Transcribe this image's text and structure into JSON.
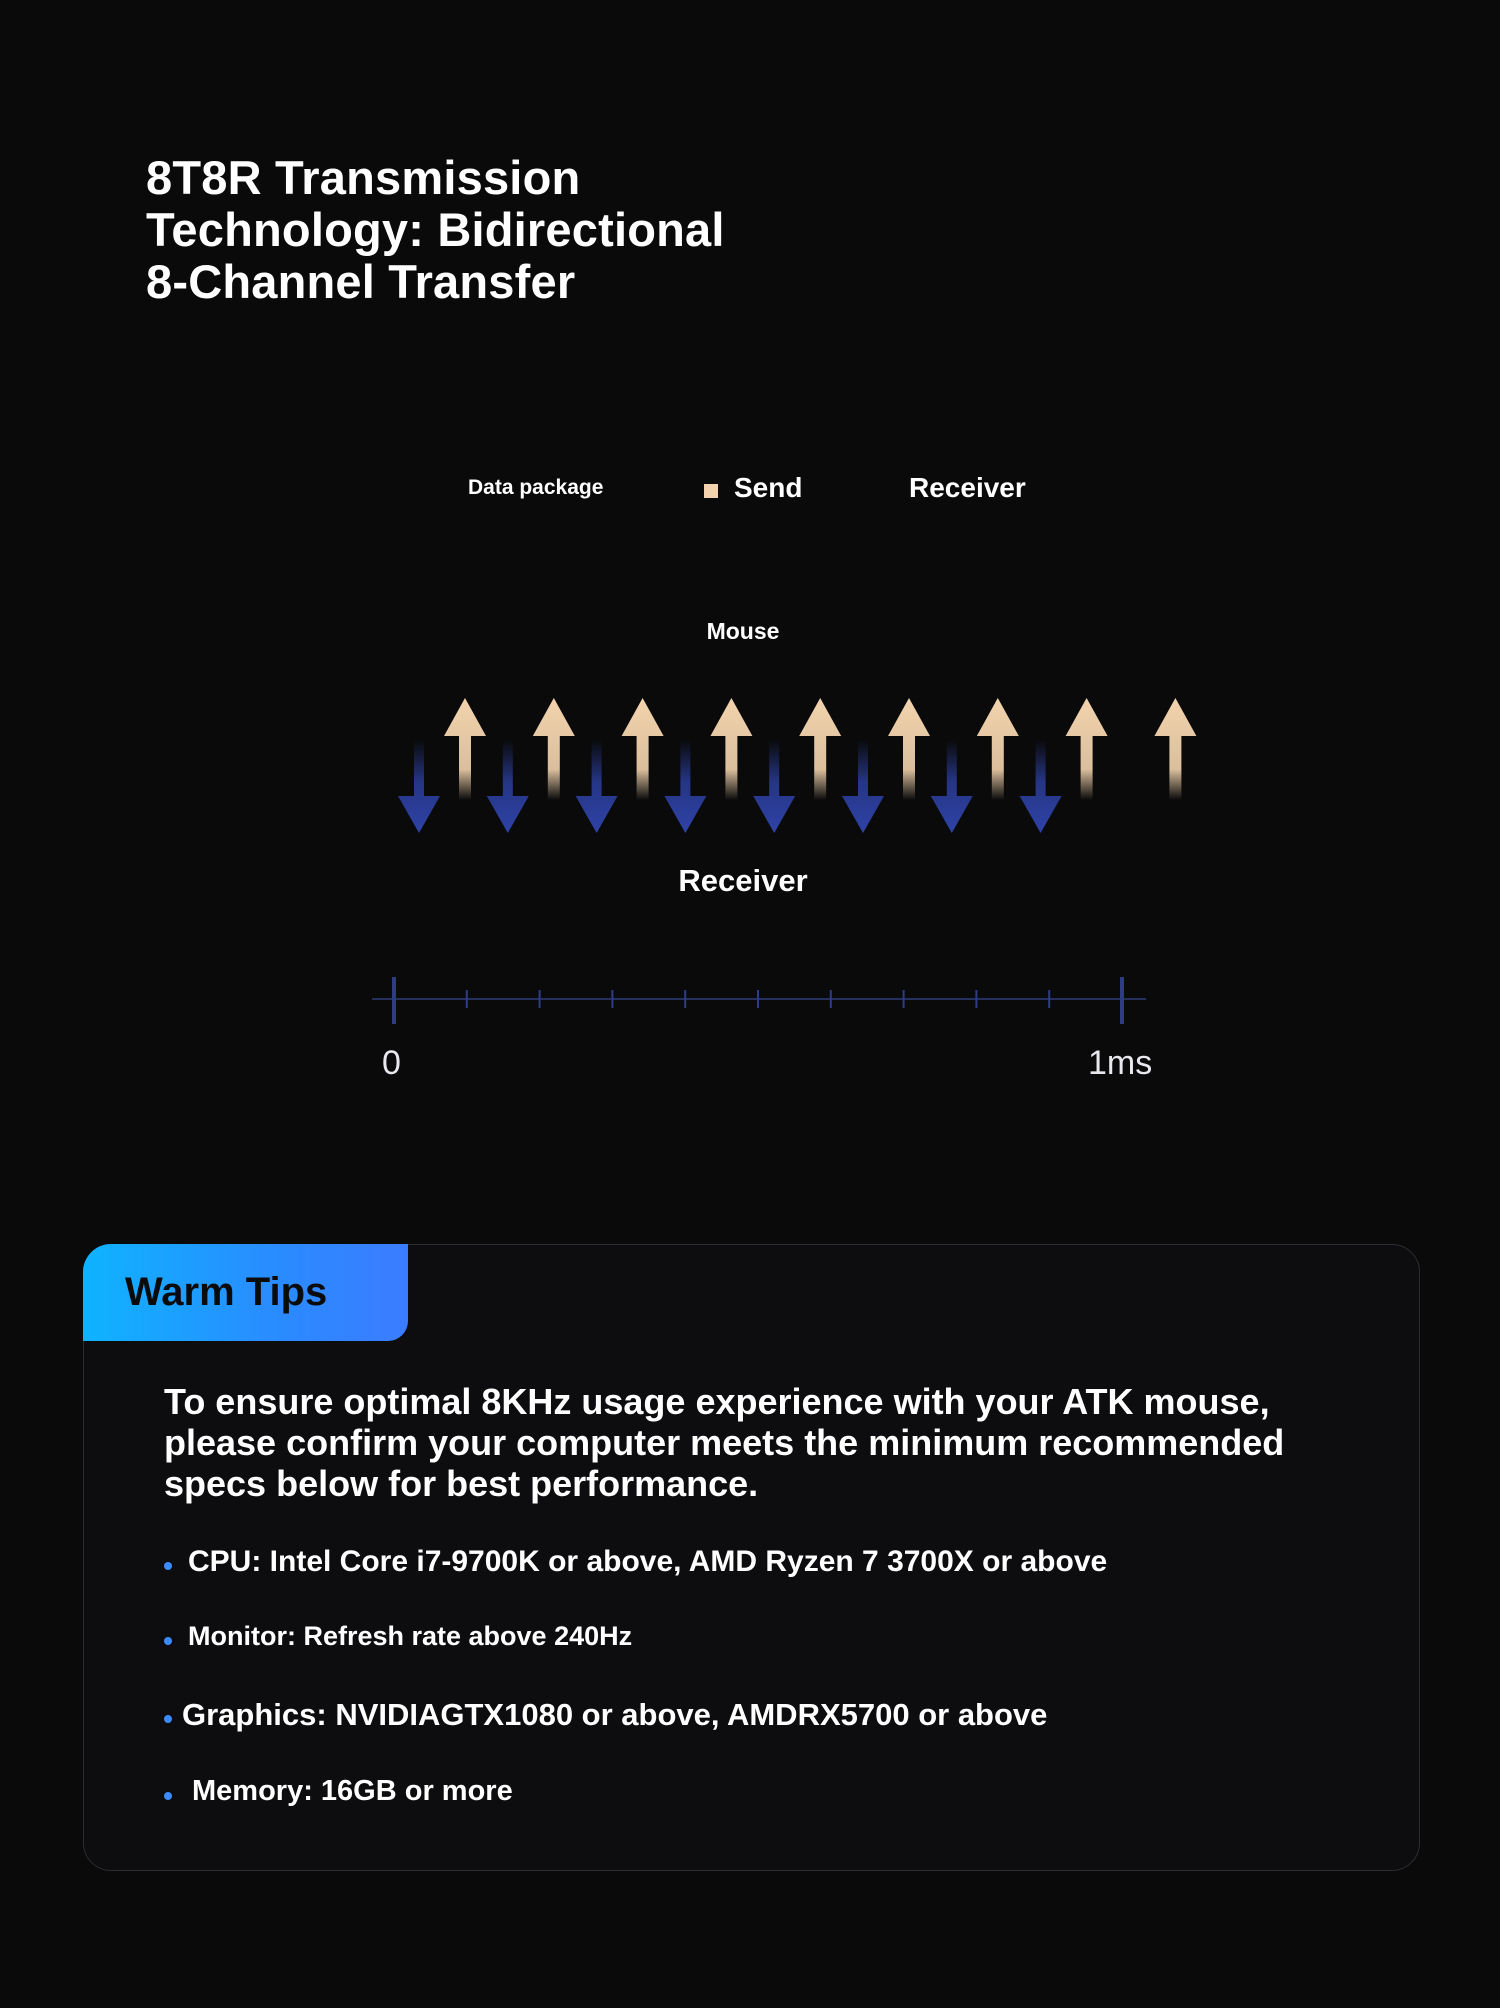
{
  "title": {
    "line1": "8T8R Transmission",
    "line2": "Technology: Bidirectional",
    "line3": "8-Channel Transfer"
  },
  "legend": {
    "data_package": "Data package",
    "send": "Send",
    "receiver": "Receiver"
  },
  "diagram": {
    "top_label": "Mouse",
    "bottom_label": "Receiver",
    "channels": 8,
    "axis_start": "0",
    "axis_end": "1ms"
  },
  "colors": {
    "send_arrow": "#f2d3ad",
    "receive_arrow": "#2a3d9a",
    "accent": "#2a8bff"
  },
  "warm_tips": {
    "tab_label": "Warm Tips",
    "intro": "To ensure optimal 8KHz usage experience with your ATK mouse, please confirm your computer meets the minimum recommended specs below for best performance.",
    "items": [
      "CPU: Intel Core i7-9700K or above, AMD Ryzen 7 3700X or above",
      "Monitor: Refresh rate above 240Hz",
      "Graphics: NVIDIAGTX1080 or above, AMDRX5700 or above",
      "Memory: 16GB or more"
    ]
  }
}
